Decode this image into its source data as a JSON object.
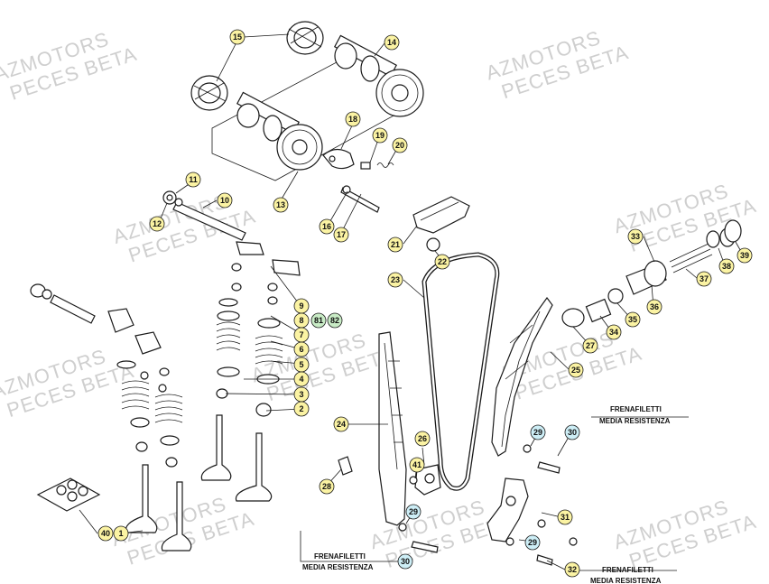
{
  "watermark": {
    "line1": "AZMOTORS",
    "line2": "PECES BETA"
  },
  "note": {
    "line1": "FRENAFILETTI",
    "line2": "MEDIA RESISTENZA"
  },
  "colors": {
    "callout_yellow": "#fbf3a3",
    "callout_blue": "#cdeef6",
    "callout_green": "#c9ecc6",
    "line": "#1a1a1a",
    "watermark": "#cfcfcf"
  },
  "callouts": [
    {
      "label": "15",
      "style": "yellow"
    },
    {
      "label": "14",
      "style": "yellow"
    },
    {
      "label": "18",
      "style": "yellow"
    },
    {
      "label": "19",
      "style": "yellow"
    },
    {
      "label": "20",
      "style": "yellow"
    },
    {
      "label": "13",
      "style": "yellow"
    },
    {
      "label": "16",
      "style": "yellow"
    },
    {
      "label": "17",
      "style": "yellow"
    },
    {
      "label": "11",
      "style": "yellow"
    },
    {
      "label": "10",
      "style": "yellow"
    },
    {
      "label": "12",
      "style": "yellow"
    },
    {
      "label": "21",
      "style": "yellow"
    },
    {
      "label": "22",
      "style": "yellow"
    },
    {
      "label": "23",
      "style": "yellow"
    },
    {
      "label": "33",
      "style": "yellow"
    },
    {
      "label": "37",
      "style": "yellow"
    },
    {
      "label": "38",
      "style": "yellow"
    },
    {
      "label": "39",
      "style": "yellow"
    },
    {
      "label": "27",
      "style": "yellow"
    },
    {
      "label": "34",
      "style": "yellow"
    },
    {
      "label": "35",
      "style": "yellow"
    },
    {
      "label": "36",
      "style": "yellow"
    },
    {
      "label": "9",
      "style": "yellow"
    },
    {
      "label": "8",
      "style": "yellow"
    },
    {
      "label": "81",
      "style": "green"
    },
    {
      "label": "82",
      "style": "green"
    },
    {
      "label": "7",
      "style": "yellow"
    },
    {
      "label": "6",
      "style": "yellow"
    },
    {
      "label": "5",
      "style": "yellow"
    },
    {
      "label": "4",
      "style": "yellow"
    },
    {
      "label": "3",
      "style": "yellow"
    },
    {
      "label": "2",
      "style": "yellow"
    },
    {
      "label": "25",
      "style": "yellow"
    },
    {
      "label": "24",
      "style": "yellow"
    },
    {
      "label": "29",
      "style": "blue"
    },
    {
      "label": "30",
      "style": "blue"
    },
    {
      "label": "26",
      "style": "yellow"
    },
    {
      "label": "41",
      "style": "yellow"
    },
    {
      "label": "28",
      "style": "yellow"
    },
    {
      "label": "29",
      "style": "blue"
    },
    {
      "label": "31",
      "style": "yellow"
    },
    {
      "label": "29",
      "style": "blue"
    },
    {
      "label": "30",
      "style": "blue"
    },
    {
      "label": "32",
      "style": "yellow"
    },
    {
      "label": "40",
      "style": "yellow"
    },
    {
      "label": "1",
      "style": "yellow"
    }
  ]
}
